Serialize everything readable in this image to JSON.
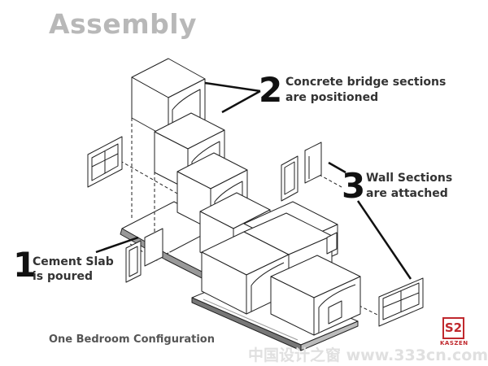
{
  "title": "Assembly",
  "steps": [
    {
      "number": "1",
      "line1": "Cement Slab",
      "line2": "is poured"
    },
    {
      "number": "2",
      "line1": "Concrete bridge sections",
      "line2": "are positioned"
    },
    {
      "number": "3",
      "line1": "Wall Sections",
      "line2": "are attached"
    }
  ],
  "caption": "One Bedroom Configuration",
  "logo": {
    "glyph": "S2",
    "label": "KASZEN"
  },
  "watermark": "中国设计之窗 www.333cn.com",
  "colors": {
    "title": "#b8b8b8",
    "logo": "#c0282d",
    "line": "#222222"
  }
}
